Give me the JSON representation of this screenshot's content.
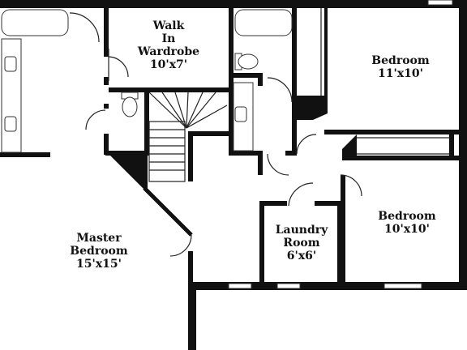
{
  "rooms": {
    "walk_in_wardrobe": {
      "line1": "Walk",
      "line2": "In",
      "line3": "Wardrobe",
      "dims": "10'x7'"
    },
    "bedroom_1": {
      "name": "Bedroom",
      "dims": "11'x10'"
    },
    "bedroom_2": {
      "name": "Bedroom",
      "dims": "10'x10'"
    },
    "master_bedroom": {
      "line1": "Master",
      "line2": "Bedroom",
      "dims": "15'x15'"
    },
    "laundry_room": {
      "line1": "Laundry",
      "line2": "Room",
      "dims": "6'x6'"
    }
  },
  "colors": {
    "wall": "#111111",
    "background": "#ffffff"
  }
}
